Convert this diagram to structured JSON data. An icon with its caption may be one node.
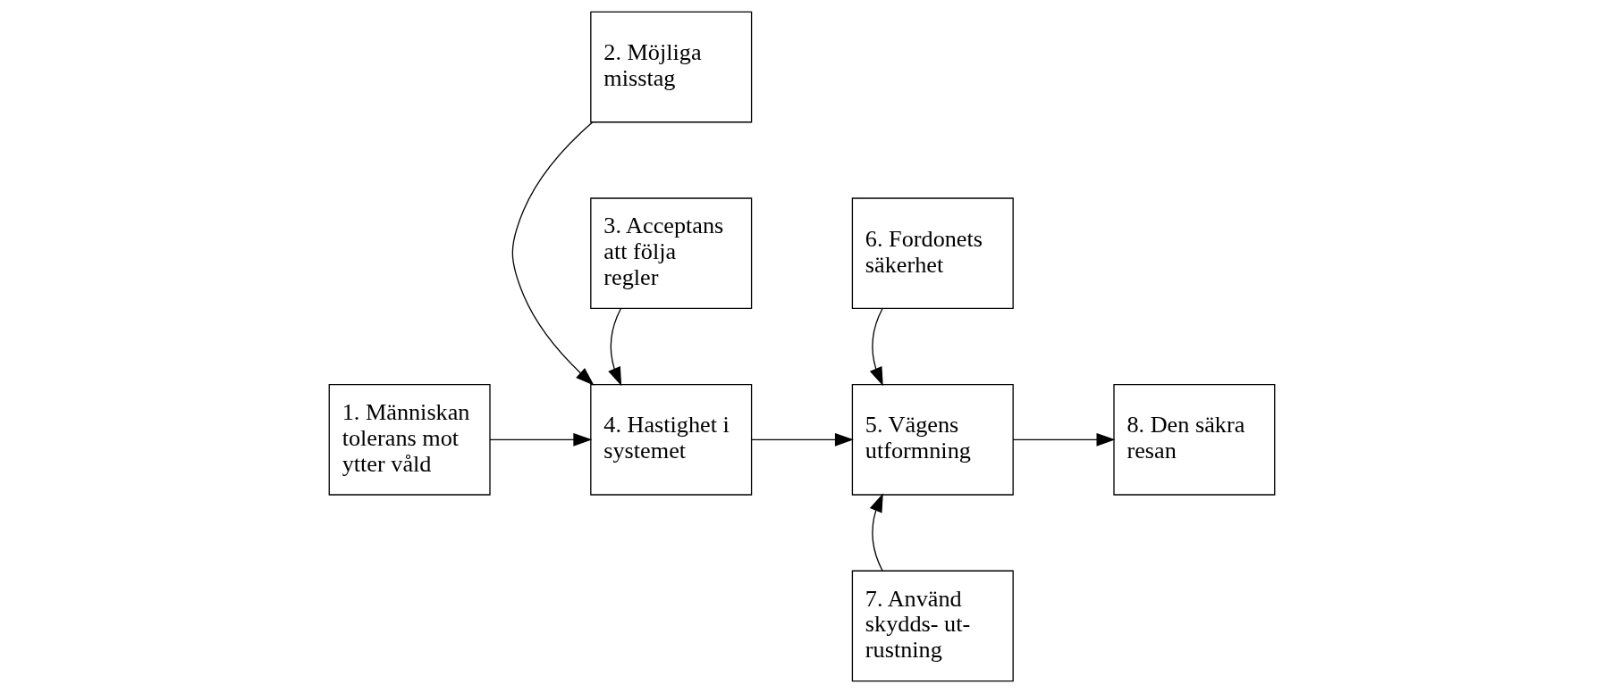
{
  "diagram": {
    "nodes": [
      {
        "text": [
          "2. Möjliga misstag"
        ]
      },
      {
        "text": [
          "6. Fordonets säkerhet"
        ]
      },
      {
        "text": [
          "1. Människan tolerans mot ytter våld"
        ]
      },
      {
        "text": [
          "4. Hastighet i systemet"
        ]
      },
      {
        "text": [
          "5. Vägens utformning"
        ]
      },
      {
        "text": [
          "8. Den säkra resan"
        ]
      },
      {
        "text": [
          "3. Acceptans att följa regler"
        ]
      },
      {
        "text": [
          "7. Använd skydds- ut- rustning"
        ]
      }
    ],
    "edges": [
      {
        "from": 2,
        "to": 3,
        "arrow": "to"
      },
      {
        "from": 3,
        "to": 4,
        "arrow": "to"
      },
      {
        "from": 4,
        "to": 5,
        "arrow": "to"
      },
      {
        "from": 0,
        "to": 3,
        "arrow": "to"
      },
      {
        "from": 1,
        "to": 4,
        "arrow": "to"
      },
      {
        "from": 6,
        "to": 3,
        "arrow": "to"
      },
      {
        "from": 7,
        "to": 4,
        "arrow": "to"
      }
    ]
  }
}
